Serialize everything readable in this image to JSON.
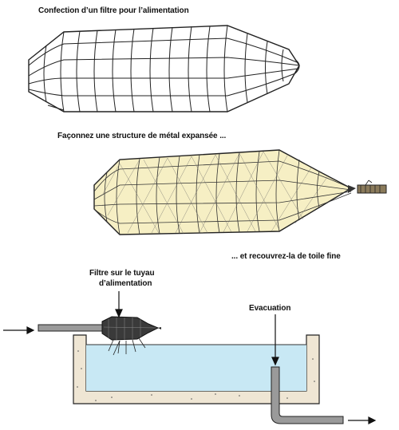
{
  "labels": {
    "title": "Confection d’un filtre pour l’alimentation",
    "step1": "Façonnez une structure de métal expansée ...",
    "step2": "... et recouvrez-la de toile fine",
    "filter_line1": "Filtre sur le tuyau",
    "filter_line2": "d’alimentation",
    "drain": "Evacuation"
  },
  "colors": {
    "mesh_line": "#222222",
    "fabric_fill": "#f6efc4",
    "water": "#c8e8f4",
    "concrete": "#efe6d4",
    "pipe": "#9a9a9a",
    "ink": "#111111"
  }
}
